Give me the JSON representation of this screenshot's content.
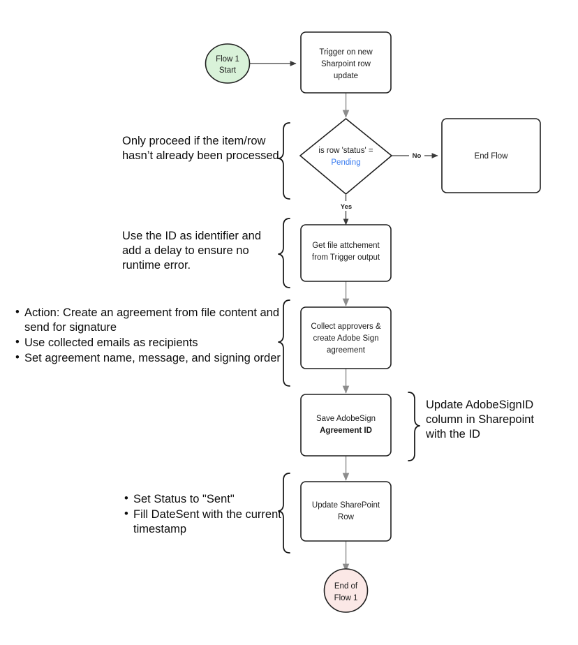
{
  "diagram": {
    "title": "Flow 1 - SharePoint to Adobe Sign flowchart",
    "colors": {
      "start_fill": "#d9f2d9",
      "end_fill": "#fbe8e6",
      "node_stroke": "#1f1f1f",
      "connector": "#9a9a9a",
      "accent_blue": "#3a7cf0"
    },
    "nodes": {
      "start": {
        "type": "ellipse",
        "line1": "Flow 1",
        "line2": "Start"
      },
      "trigger": {
        "type": "process",
        "line1": "Trigger on new",
        "line2": "Sharpoint row",
        "line3": "update"
      },
      "decision": {
        "type": "decision",
        "line1": "is row 'status' =",
        "line2": "Pending"
      },
      "end_flow": {
        "type": "process",
        "line1": "End Flow"
      },
      "get_file": {
        "type": "process",
        "line1": "Get file attchement",
        "line2": "from Trigger output"
      },
      "collect_approvers": {
        "type": "process",
        "line1": "Collect approvers &",
        "line2": "create Adobe Sign",
        "line3": "agreement"
      },
      "save_id": {
        "type": "process",
        "line1": "Save AdobeSign",
        "line2": "Agreement ID"
      },
      "update_row": {
        "type": "process",
        "line1": "Update SharePoint",
        "line2": "Row"
      },
      "end": {
        "type": "ellipse",
        "line1": "End of",
        "line2": "Flow 1"
      }
    },
    "edge_labels": {
      "no": "No",
      "yes": "Yes"
    },
    "annotations": {
      "decision_note": "Only proceed if the item/row hasn’t already been processed",
      "get_file_note": "Use the ID as identifier and add a delay to ensure no runtime error.",
      "agreement_notes": [
        "Action: Create an agreement from file content and send for signature",
        "Use collected emails as recipients",
        "Set agreement name, message, and signing order"
      ],
      "save_id_note": "Update AdobeSignID column in Sharepoint with the ID",
      "update_row_notes": [
        "Set Status to \"Sent\"",
        "Fill DateSent with the current timestamp"
      ]
    }
  }
}
